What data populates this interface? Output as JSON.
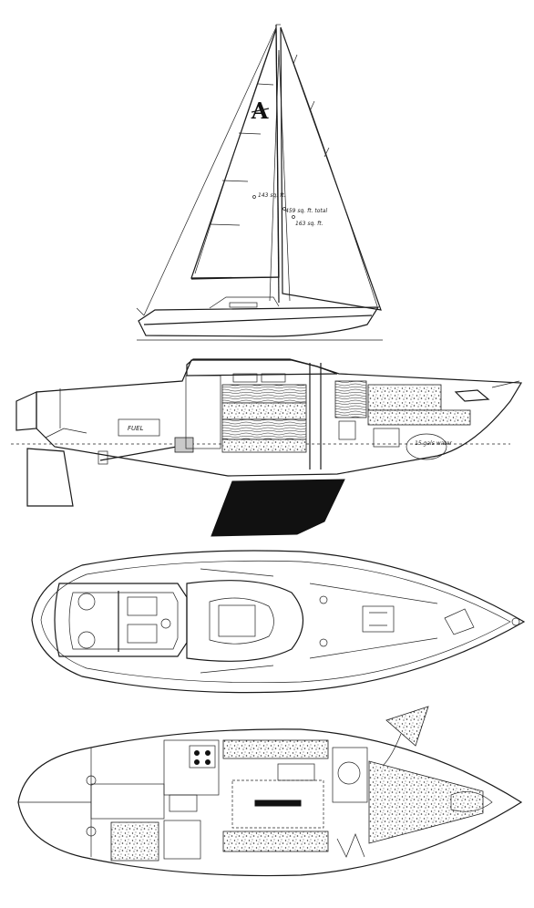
{
  "views": {
    "sail_plan": {
      "sail_insignia": "A",
      "annotations": [
        "143 sq. ft.",
        "459 sq. ft. total",
        "163 sq. ft."
      ]
    },
    "inboard_profile": {
      "labels": [
        "FUEL",
        "15 gals water"
      ]
    },
    "deck_plan": {},
    "accommodation_plan": {}
  },
  "colors": {
    "ink": "#1a1a1a",
    "paper": "#ffffff",
    "ballast": "#111111"
  }
}
